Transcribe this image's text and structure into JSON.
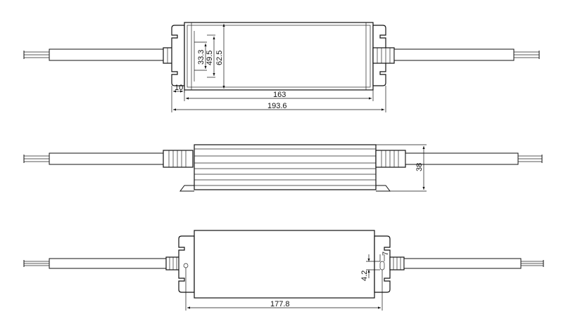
{
  "drawing": {
    "top_view": {
      "dim_total_length": "193.6",
      "dim_body_length": "163",
      "dim_mount_offset": "10",
      "dim_width_outer": "62.5",
      "dim_width_mid": "49.5",
      "dim_width_inner": "33.3"
    },
    "side_view": {
      "dim_height": "38"
    },
    "bottom_view": {
      "dim_hole_spacing": "177.8",
      "dim_slot_width": "4.2",
      "dim_slot_length": "7"
    }
  }
}
